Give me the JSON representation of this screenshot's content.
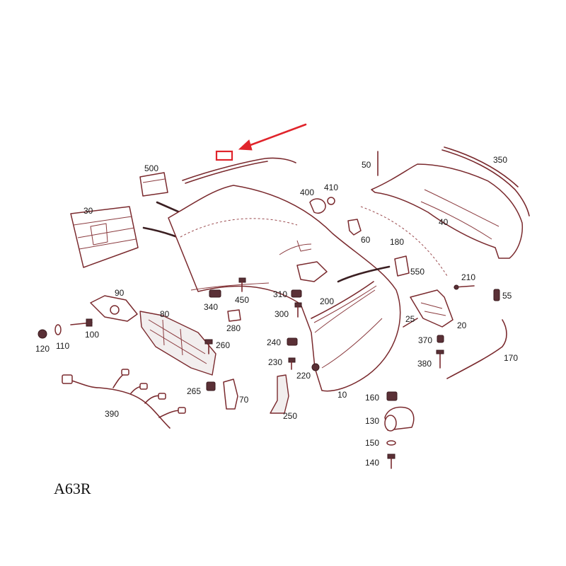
{
  "diagram_code": "A63R",
  "part_labels": {
    "p500": "500",
    "p30": "30",
    "p400": "400",
    "p410": "410",
    "p50": "50",
    "p350": "350",
    "p40": "40",
    "p60": "60",
    "p180": "180",
    "p550": "550",
    "p210": "210",
    "p55": "55",
    "p90": "90",
    "p80": "80",
    "p340": "340",
    "p450": "450",
    "p310": "310",
    "p200": "200",
    "p300": "300",
    "p280": "280",
    "p25": "25",
    "p20": "20",
    "p120": "120",
    "p110": "110",
    "p100": "100",
    "p260": "260",
    "p240": "240",
    "p370": "370",
    "p230": "230",
    "p380": "380",
    "p220": "220",
    "p170": "170",
    "p265": "265",
    "p70": "70",
    "p10": "10",
    "p250": "250",
    "p390": "390",
    "p160": "160",
    "p130": "130",
    "p150": "150",
    "p140": "140"
  },
  "colors": {
    "line": "#7a2a2e",
    "highlight": "#e0242b",
    "label": "#1a1a1a"
  },
  "highlight": {
    "target": "trim-strip-part",
    "marker_color": "#e0242b"
  }
}
